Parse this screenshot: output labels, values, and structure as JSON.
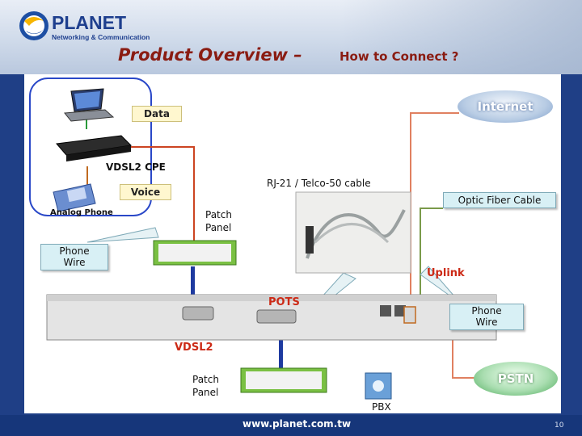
{
  "header": {
    "brand_name": "PLANET",
    "brand_tagline": "Networking & Communication",
    "title": "Product Overview –",
    "subtitle": "How to Connect ?"
  },
  "diagram": {
    "data_label": "Data",
    "internet_label": "Internet",
    "cpe_label": "VDSL2 CPE",
    "voice_label": "Voice",
    "analog_phone_label": "Analog Phone",
    "rj21_label": "RJ-21 / Telco-50 cable",
    "optic_fiber_label": "Optic Fiber Cable",
    "patch_panel_top": "Patch\nPanel",
    "phone_wire_left": "Phone\nWire",
    "uplink_label": "Uplink",
    "pots_label": "POTS",
    "phone_wire_right": "Phone\nWire",
    "vdsl2_label": "VDSL2",
    "patch_panel_bottom": "Patch\nPanel",
    "pstn_label": "PSTN",
    "pbx_label": "PBX"
  },
  "footer": {
    "url": "www.planet.com.tw",
    "page_number": "10"
  },
  "colors": {
    "title_red": "#8a1c12",
    "link_red": "#cc2a16",
    "footer_blue": "#16367a"
  }
}
